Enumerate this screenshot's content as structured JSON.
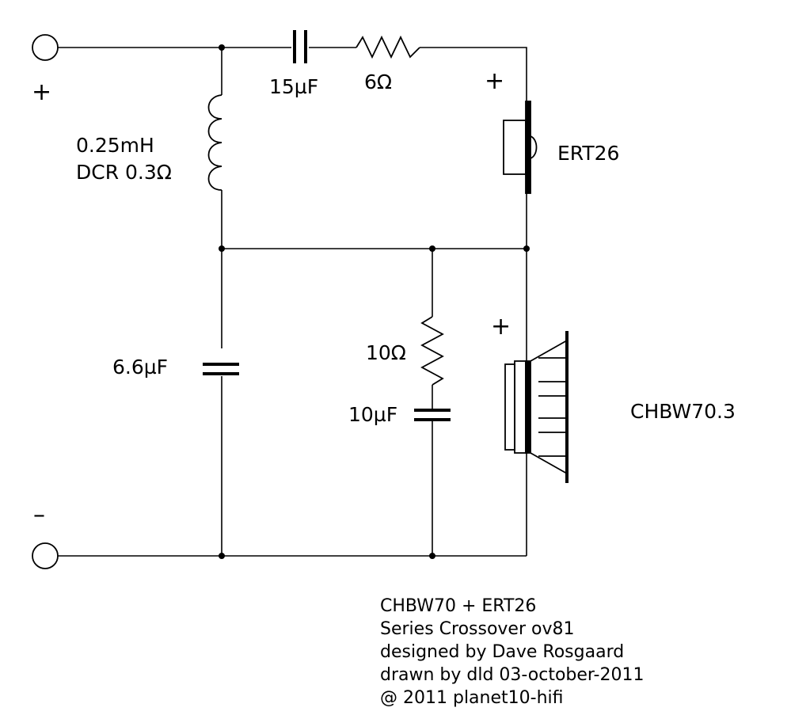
{
  "terminals": {
    "positive_sign": "+",
    "negative_sign": "–"
  },
  "components": {
    "inductor": {
      "value": "0.25mH",
      "dcr": "DCR 0.3Ω"
    },
    "series_capacitor": {
      "value": "15µF"
    },
    "series_resistor": {
      "value": "6Ω"
    },
    "shunt_capacitor": {
      "value": "6.6µF"
    },
    "zobel_resistor": {
      "value": "10Ω"
    },
    "zobel_capacitor": {
      "value": "10µF"
    }
  },
  "drivers": {
    "tweeter": {
      "name": "ERT26",
      "polarity": "+"
    },
    "woofer": {
      "name": "CHBW70.3",
      "polarity": "+"
    }
  },
  "credits": [
    "CHBW70 + ERT26",
    "Series Crossover ov81",
    "designed by Dave Rosgaard",
    "drawn by dld 03-october-2011",
    "@ 2011 planet10-hifi"
  ]
}
